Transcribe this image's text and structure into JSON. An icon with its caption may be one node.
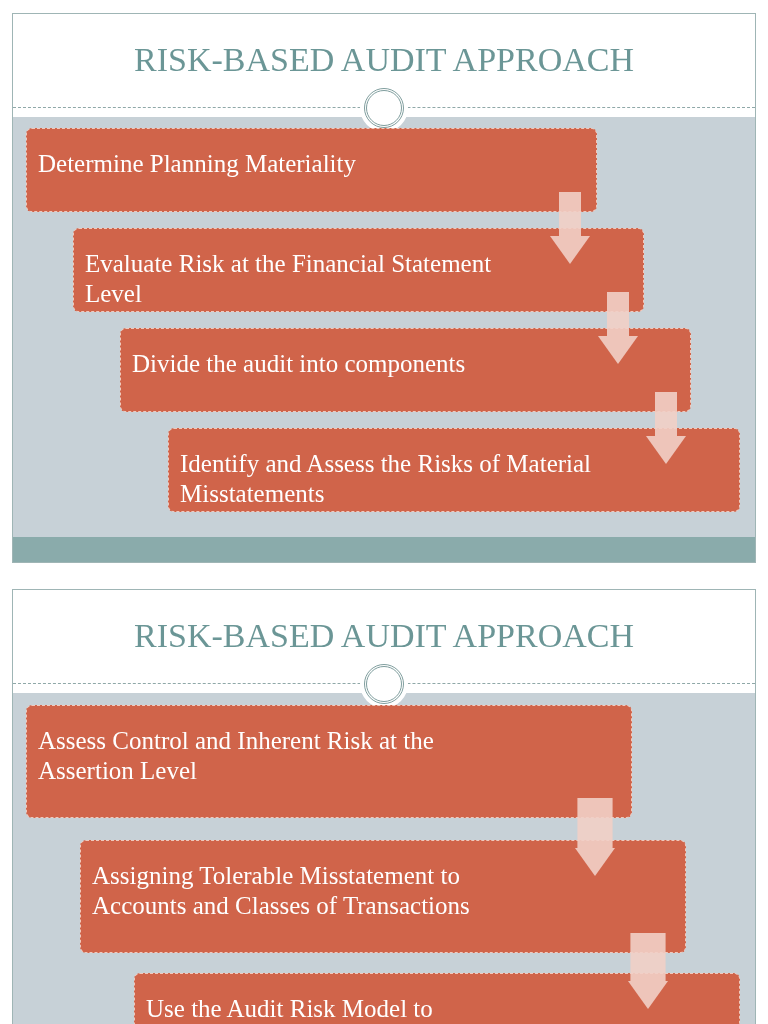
{
  "diagram": {
    "nodes": [
      {
        "text": [
          "Determine Planning Materiality"
        ]
      },
      {
        "text": [
          "Evaluate Risk at the Financial Statement Level"
        ]
      },
      {
        "text": [
          "Divide the audit into components"
        ]
      },
      {
        "text": [
          "Identify and Assess the Risks of Material Misstatements"
        ]
      },
      {
        "text": [
          "Assess Control and Inherent Risk at the Assertion Level"
        ]
      },
      {
        "text": [
          "Assigning Tolerable Misstatement to Accounts and Classes of Transactions"
        ]
      },
      {
        "text": [
          "Use the Audit Risk Model to"
        ]
      }
    ],
    "edges": [
      {
        "from": 0,
        "to": 1,
        "arrow": "to"
      },
      {
        "from": 1,
        "to": 2,
        "arrow": "to"
      },
      {
        "from": 2,
        "to": 3,
        "arrow": "to"
      },
      {
        "from": 4,
        "to": 5,
        "arrow": "to"
      },
      {
        "from": 5,
        "to": 6,
        "arrow": "to"
      }
    ],
    "labels": [
      "RISK-BASED AUDIT APPROACH",
      "RISK-BASED AUDIT APPROACH"
    ]
  }
}
